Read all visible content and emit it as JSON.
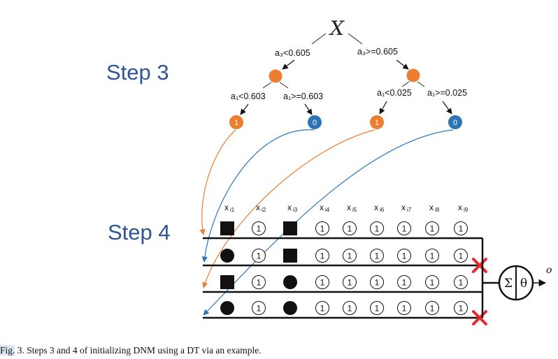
{
  "steps": {
    "step3": "Step 3",
    "step4": "Step 4"
  },
  "tree": {
    "root_label": "X",
    "left_split": "a₃<0.605",
    "right_split": "a₃>=0.605",
    "left_left_split": "a₁<0.603",
    "left_right_split": "a₁>=0.603",
    "right_left_split": "a₁<0.025",
    "right_right_split": "a₁>=0.025",
    "leaves": [
      "1",
      "0",
      "1",
      "0"
    ]
  },
  "inputs": {
    "base": "X",
    "subs": [
      "i1",
      "i2",
      "i3",
      "i4",
      "i5",
      "i6",
      "i7",
      "i8",
      "i9"
    ]
  },
  "synapse_value": "1",
  "dendrites": [
    [
      "square",
      "1",
      "square",
      "1",
      "1",
      "1",
      "1",
      "1",
      "1"
    ],
    [
      "circle",
      "1",
      "square",
      "1",
      "1",
      "1",
      "1",
      "1",
      "1"
    ],
    [
      "square",
      "1",
      "circle",
      "1",
      "1",
      "1",
      "1",
      "1",
      "1"
    ],
    [
      "circle",
      "1",
      "circle",
      "1",
      "1",
      "1",
      "1",
      "1",
      "1"
    ]
  ],
  "pruned_dendrites": [
    2,
    4
  ],
  "soma": {
    "sigma": "Σ",
    "theta": "θ",
    "output": "o"
  },
  "colors": {
    "orange": "#ed7d31",
    "blue": "#2e75b6",
    "step_text": "#2f5597",
    "prune": "#e8262b"
  },
  "caption": {
    "fig_label": "Fig.",
    "text": " 3.    Steps 3 and 4 of initializing DNM using a DT via an example."
  }
}
